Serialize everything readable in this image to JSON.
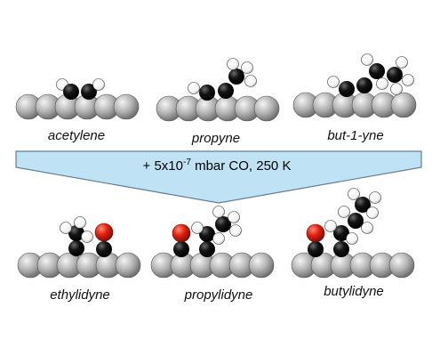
{
  "top_row": [
    {
      "name": "acetylene"
    },
    {
      "name": "propyne"
    },
    {
      "name": "but-1-yne"
    }
  ],
  "bottom_row": [
    {
      "name": "ethylidyne"
    },
    {
      "name": "propylidyne"
    },
    {
      "name": "butylidyne"
    }
  ],
  "arrow": {
    "prefix": "+ 5x10",
    "exponent": "-7",
    "suffix": " mbar CO, 250 K"
  },
  "colors": {
    "arrow_fill": "#bfe3f5",
    "arrow_stroke": "#5f7f94",
    "surface_atom": "#b0b0b0",
    "carbon_atom": "#0a0a0a",
    "hydrogen_atom": "#ffffff",
    "oxygen_atom": "#e02010"
  },
  "icons": {
    "surface": "gray-sphere-slab",
    "carbon": "black-sphere",
    "hydrogen": "white-sphere",
    "oxygen": "red-sphere"
  }
}
